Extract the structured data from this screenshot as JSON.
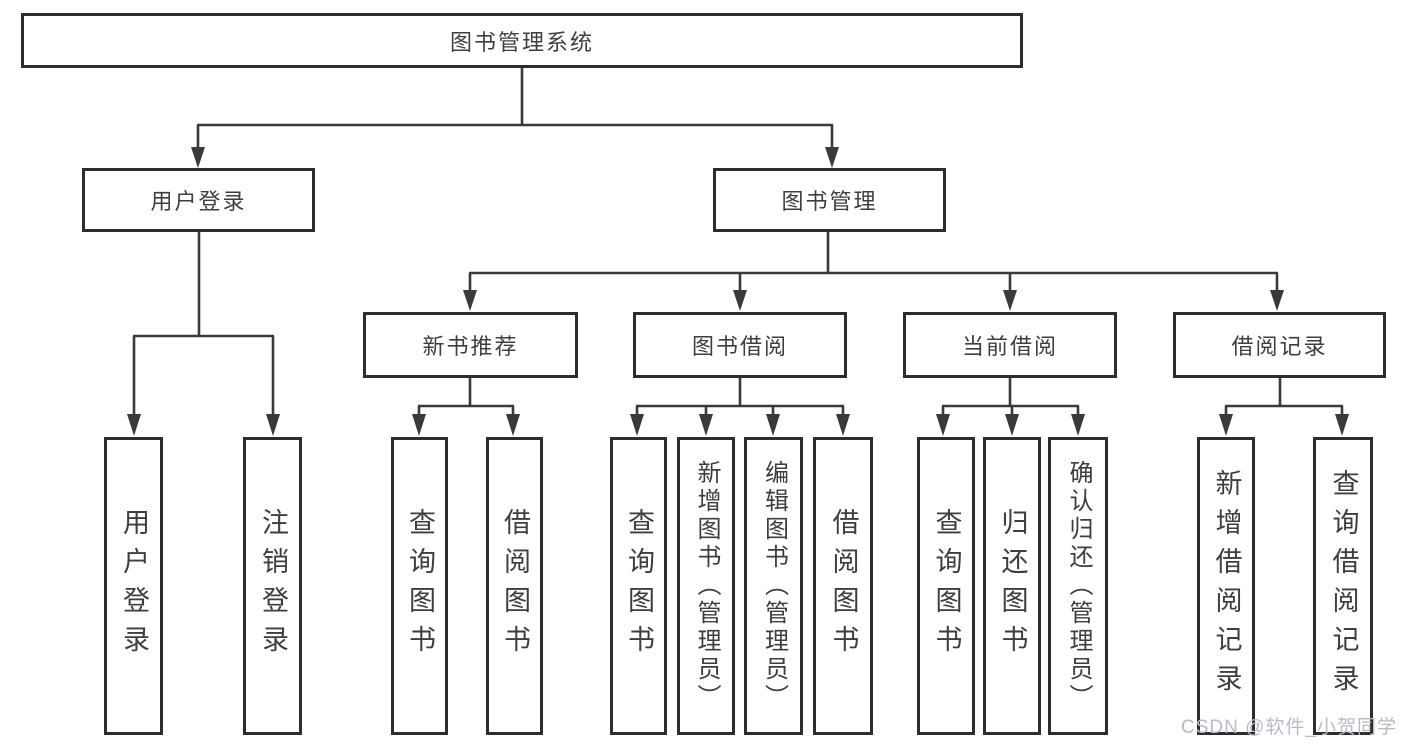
{
  "root": {
    "label": "图书管理系统"
  },
  "level2": {
    "user_login": {
      "label": "用户登录"
    },
    "book_management": {
      "label": "图书管理"
    }
  },
  "level3": {
    "new_book_recommend": {
      "label": "新书推荐"
    },
    "book_borrowing": {
      "label": "图书借阅"
    },
    "current_borrowing": {
      "label": "当前借阅"
    },
    "borrowing_records": {
      "label": "借阅记录"
    }
  },
  "leaves": {
    "user_login": {
      "label": "用户登录"
    },
    "logout": {
      "label": "注销登录"
    },
    "recommend_query_books": {
      "label": "查询图书"
    },
    "recommend_borrow_books": {
      "label": "借阅图书"
    },
    "borrowing_query_books": {
      "label": "查询图书"
    },
    "borrowing_add_books": {
      "label": "新增图书（管理员）"
    },
    "borrowing_edit_books": {
      "label": "编辑图书（管理员）"
    },
    "borrowing_borrow_books": {
      "label": "借阅图书"
    },
    "current_query_books": {
      "label": "查询图书"
    },
    "current_return_books": {
      "label": "归还图书"
    },
    "current_confirm_return": {
      "label": "确认归还（管理员）"
    },
    "records_add_record": {
      "label": "新增借阅记录"
    },
    "records_query_record": {
      "label": "查询借阅记录"
    }
  },
  "watermark": {
    "text": "CSDN @软件_小贺同学"
  },
  "colors": {
    "line": "#3a3a3a",
    "box_border": "#2d2d2d",
    "text": "#3e3e3e",
    "watermark": "#b7bbc4",
    "background": "#ffffff"
  }
}
